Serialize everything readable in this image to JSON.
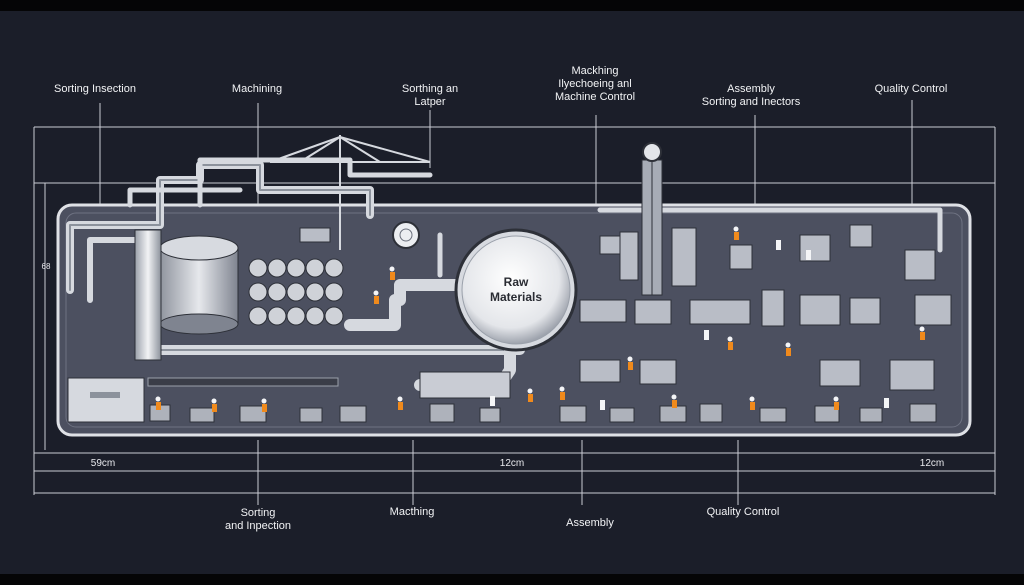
{
  "top_labels": {
    "sorting_inspection": "Sorting Insection",
    "machining": "Machining",
    "sorting_layer": [
      "Sorthing an",
      "Latper"
    ],
    "machining_control": [
      "Mackhing",
      "Ilyechoeing anl",
      "Machine Control"
    ],
    "assembly": [
      "Assembly",
      "Sorting and Inectors"
    ],
    "quality_control": "Quality Control"
  },
  "center_tank": [
    "Raw",
    "Materials"
  ],
  "dimensions": {
    "left": "59cm",
    "center": "12cm",
    "right": "12cm",
    "side": "68"
  },
  "bottom_labels": {
    "sorting": [
      "Sorting",
      "and Inpection"
    ],
    "machining": "Macthing",
    "assembly": "Assembly",
    "quality_control": "Quality Control"
  },
  "colors": {
    "background": "#1b1e29",
    "floor": "#4c5060",
    "pipe": "#d6d9df",
    "worker_vest": "#f08a1c",
    "line": "#c9ccd4"
  }
}
